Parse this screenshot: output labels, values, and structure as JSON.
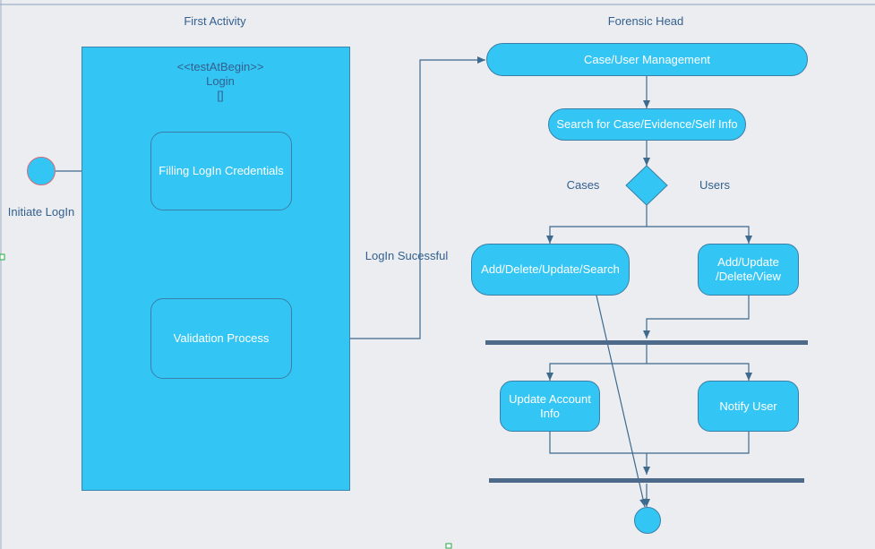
{
  "lanes": {
    "left_title": "First Activity",
    "right_title": "Forensic Head"
  },
  "partition": {
    "stereotype": "<<testAtBegin>>",
    "name": "Login",
    "brackets": "[]"
  },
  "start": {
    "label": "Initiate LogIn"
  },
  "nodes": {
    "filling": "Filling LogIn Credentials",
    "validation": "Validation Process",
    "case_user_mgmt": "Case/User Management",
    "search": "Search for Case/Evidence/Self Info",
    "cases_action": "Add/Delete/Update/Search",
    "users_action_l1": "Add/Update",
    "users_action_l2": "/Delete/View",
    "update_account_l1": "Update Account",
    "update_account_l2": "Info",
    "notify_user": "Notify User"
  },
  "edges": {
    "login_success": "LogIn Sucessful",
    "cases": "Cases",
    "users": "Users"
  },
  "colors": {
    "node_fill": "#33c6f4",
    "line": "#3e6a8e",
    "text": "#34608f",
    "bar": "#4e6a8a",
    "start_border": "#d66a7a"
  }
}
